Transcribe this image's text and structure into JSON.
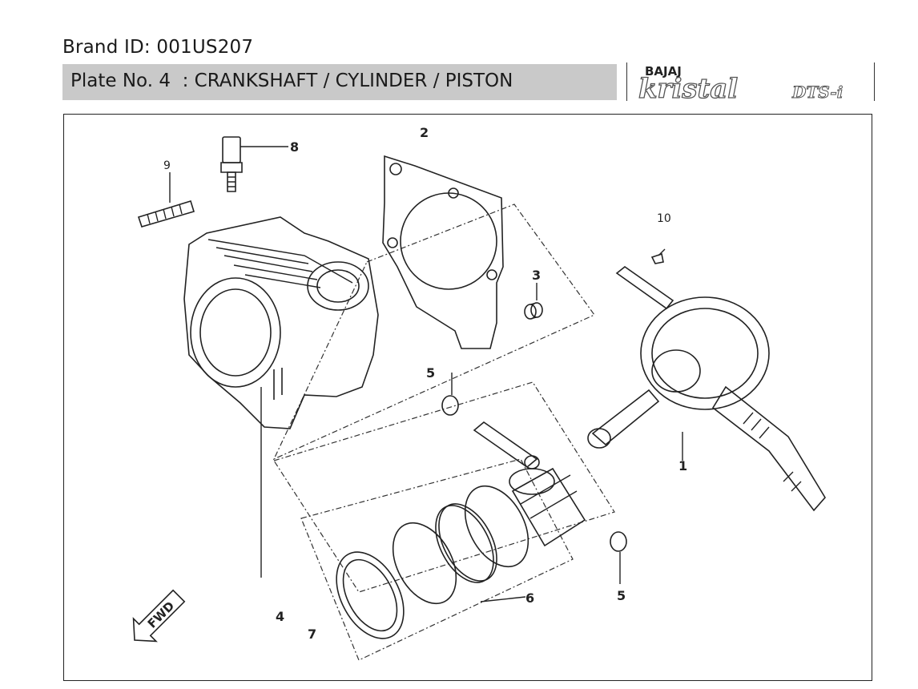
{
  "header": {
    "brand_id": "Brand ID: 001US207",
    "plate_title": "Plate No. 4  : CRANKSHAFT / CYLINDER / PISTON"
  },
  "logo": {
    "maker": "BAJAJ",
    "model": "kristal",
    "variant": "DTS-i"
  },
  "diagram": {
    "callouts": [
      "1",
      "2",
      "3",
      "4",
      "5",
      "5",
      "6",
      "7",
      "8",
      "9",
      "10"
    ],
    "fwd_label": "FWD"
  },
  "colors": {
    "header_bar": "#c9c9c9",
    "line": "#222222"
  }
}
